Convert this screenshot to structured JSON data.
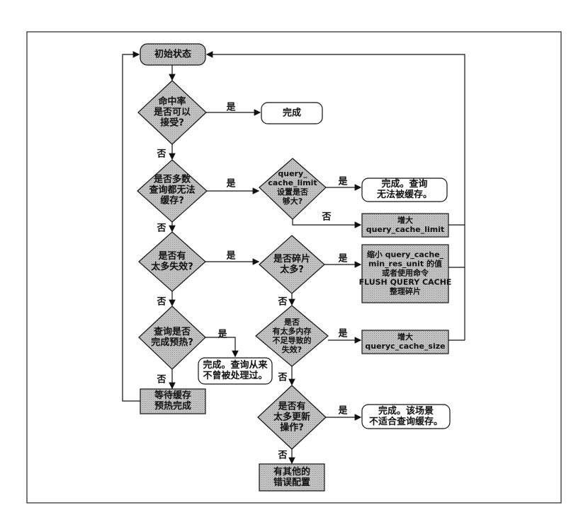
{
  "nodes": {
    "start": "初始状态",
    "done1": "完成",
    "q_hit": "命中率\n是否可以\n接受?",
    "q_uncache": "是否多数\n查询都无法\n缓存?",
    "q_limit": "query_\ncache_limit\n设置是否\n够大?",
    "done_nocache": "完成。查询\n无法被缓存。",
    "inc_limit": "增大\nquery_cache_limit",
    "q_invalid": "是否有\n太多失效?",
    "q_frag": "是否碎片\n太多?",
    "shrink": "缩小 query_cache_\nmin_res_unit 的值\n或者使用命令\nFLUSH QUERY CACHE\n整理碎片",
    "q_warm": "查询是否\n完成预热?",
    "done_never": "完成。查询从来\n不曾被处理过。",
    "q_mem": "是否\n有太多内存\n不足导致的\n失效?",
    "inc_size": "增大\nqueryc_cache_size",
    "wait": "等待缓存\n预热完成",
    "q_updates": "是否有\n太多更新\n操作?",
    "done_unsuitable": "完成。该场景\n不适合查询缓存。",
    "other": "有其他的\n错误配置"
  },
  "edge_labels": {
    "yes": "是",
    "no": "否"
  }
}
